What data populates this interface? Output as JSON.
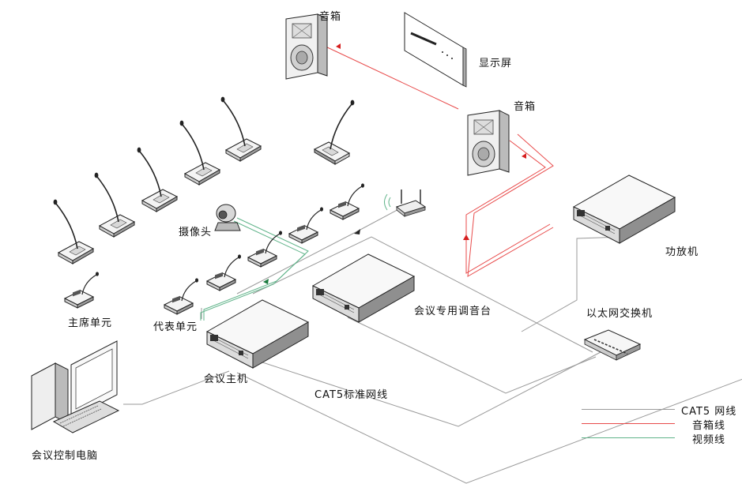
{
  "labels": {
    "speaker_top": "音箱",
    "display": "显示屏",
    "speaker_right": "音箱",
    "camera": "摄像头",
    "amplifier": "功放机",
    "mixer": "会议专用调音台",
    "chairman": "主席单元",
    "delegate": "代表单元",
    "switch": "以太网交换机",
    "host": "会议主机",
    "cat5_cable": "CAT5标准网线",
    "pc": "会议控制电脑"
  },
  "legend": [
    {
      "label": "CAT5 网线",
      "color": "#9a9a9a"
    },
    {
      "label": "音箱线",
      "color": "#e84a4a"
    },
    {
      "label": "视频线",
      "color": "#5fb389"
    }
  ]
}
